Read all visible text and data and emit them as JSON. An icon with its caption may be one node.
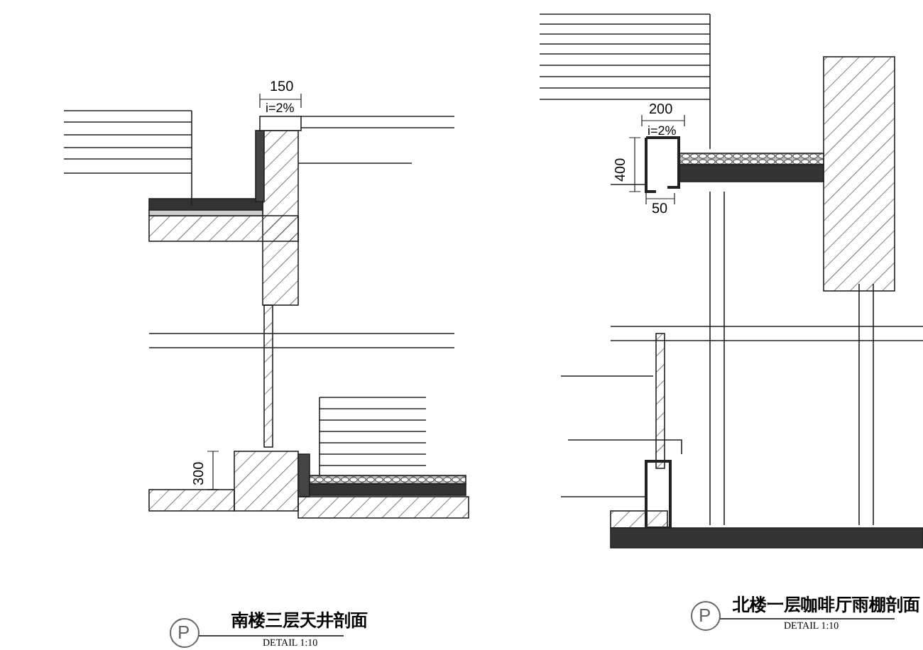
{
  "diagram": {
    "labels": [
      "150",
      "i=2%",
      "300",
      "200",
      "i=2%",
      "400",
      "50",
      "P",
      "南楼三层天井剖面",
      "DETAIL 1:10",
      "P",
      "北楼一层咖啡厅雨棚剖面",
      "DETAIL 1:10"
    ]
  }
}
